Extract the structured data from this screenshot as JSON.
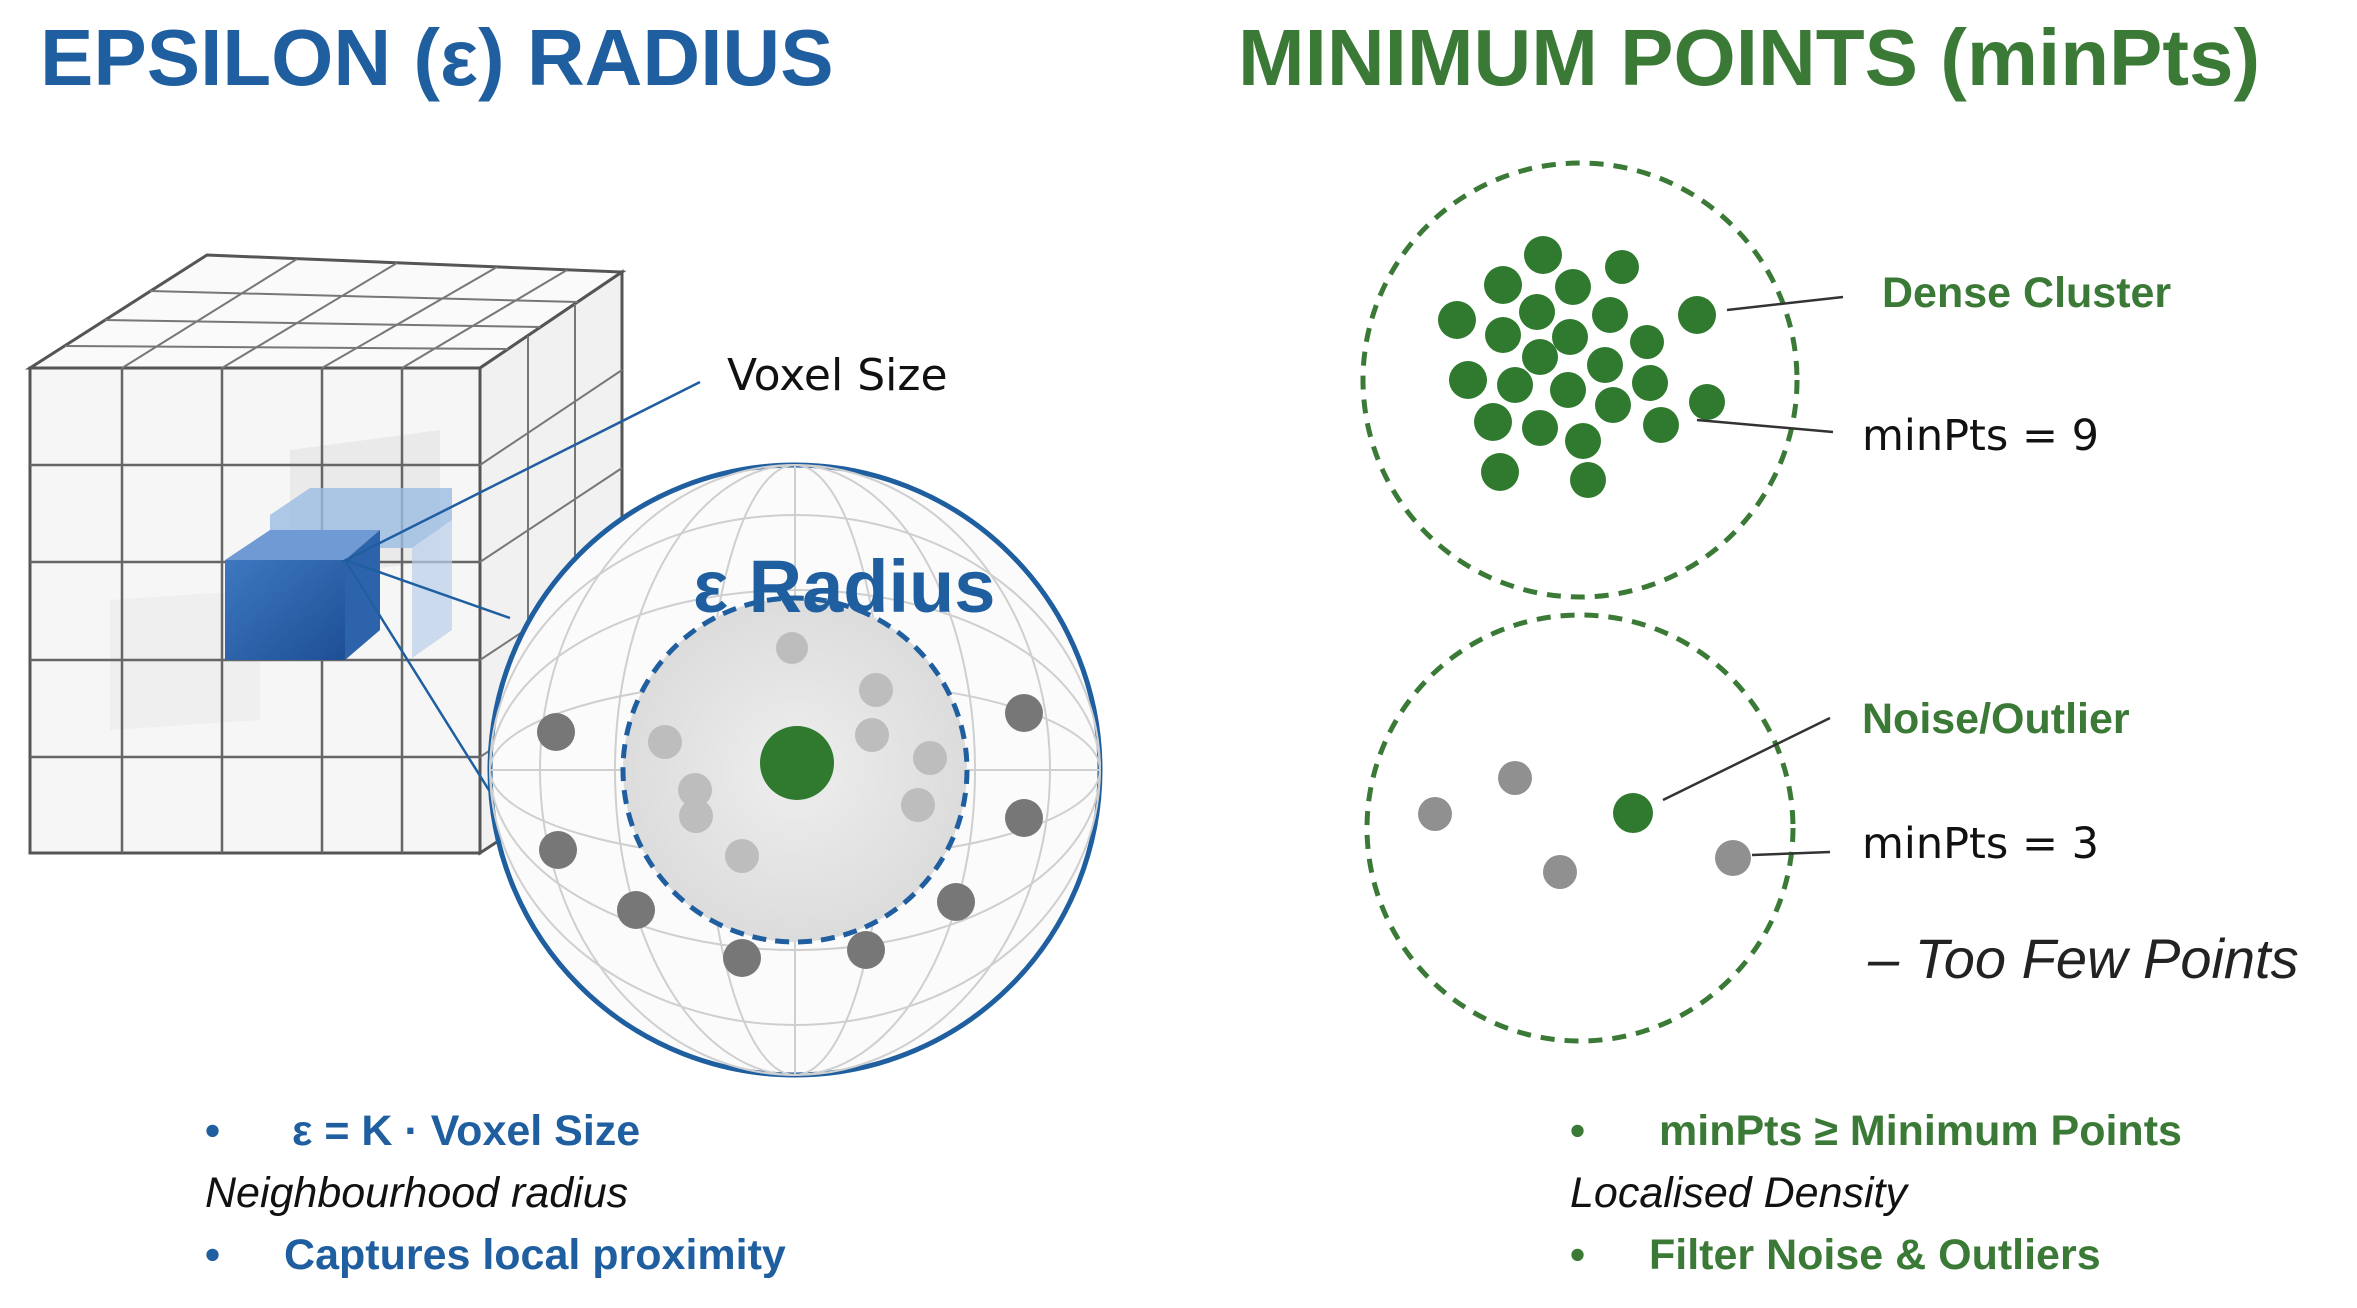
{
  "left": {
    "title": "EPSILON (ε) RADIUS",
    "voxel_label": "Voxel Size",
    "eps_label": "ε Radius",
    "bullet1": "ε = K · Voxel Size",
    "note1": "Neighbourhood radius",
    "bullet2": "Captures local proximity",
    "bullet_marker": "•"
  },
  "right": {
    "title": "MINIMUM POINTS (minPts)",
    "dense_label": "Dense Cluster",
    "dense_minpts": "minPts = 9",
    "noise_label": "Noise/Outlier",
    "noise_minpts": "minPts = 3",
    "too_few": "– Too Few Points",
    "bullet1": "minPts ≥ Minimum Points",
    "note1": "Localised Density",
    "bullet2": "Filter Noise & Outliers",
    "bullet_marker": "•"
  },
  "colors": {
    "blue": "#1f5fa0",
    "green": "#3a7a36",
    "grey_point": "#8a8a8a",
    "grid": "#555555"
  }
}
